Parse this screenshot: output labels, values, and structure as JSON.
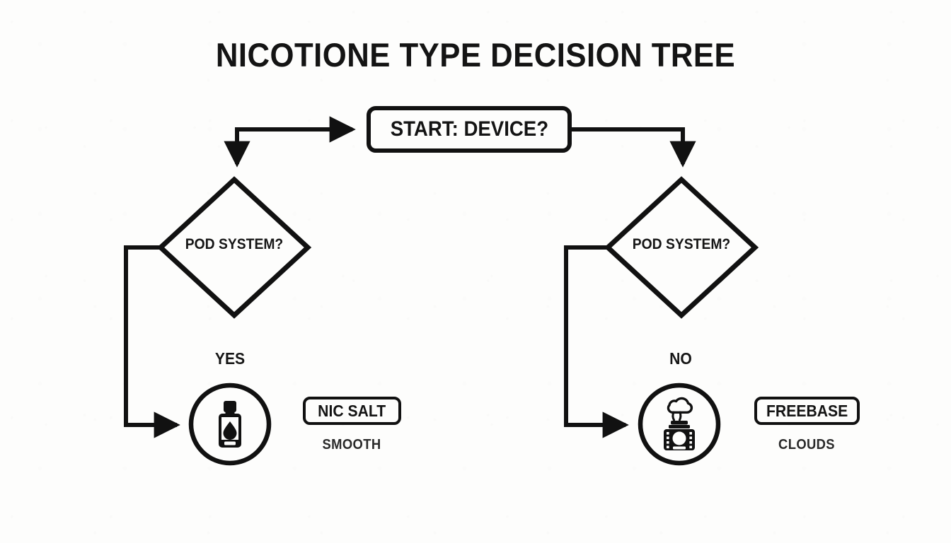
{
  "title": "NICOTIONE TYPE DECISION TREE",
  "colors": {
    "background": "#fdfdfc",
    "ink": "#111111",
    "text": "#141414"
  },
  "nodes": {
    "start": {
      "label": "START: DEVICE?",
      "shape": "rounded-rectangle"
    },
    "decision_left": {
      "label": "POD SYSTEM?",
      "shape": "diamond"
    },
    "decision_right": {
      "label": "POD SYSTEM?",
      "shape": "diamond"
    }
  },
  "branches": [
    {
      "answer": "YES",
      "icon": "pod-bottle-droplet-icon",
      "result": "NIC SALT",
      "description": "SMOOTH"
    },
    {
      "answer": "NO",
      "icon": "box-mod-vapor-cloud-icon",
      "result": "FREEBASE",
      "description": "CLOUDS"
    }
  ],
  "connectors": [
    {
      "from": "elbow-left",
      "to": "start",
      "direction": "right"
    },
    {
      "from": "elbow-left",
      "to": "decision-left",
      "direction": "down"
    },
    {
      "from": "start",
      "to": "decision-right",
      "direction": "right-then-down"
    },
    {
      "from": "decision-left",
      "to": "result-left",
      "direction": "left-then-down"
    },
    {
      "from": "decision-right",
      "to": "result-right",
      "direction": "left-then-down"
    }
  ]
}
